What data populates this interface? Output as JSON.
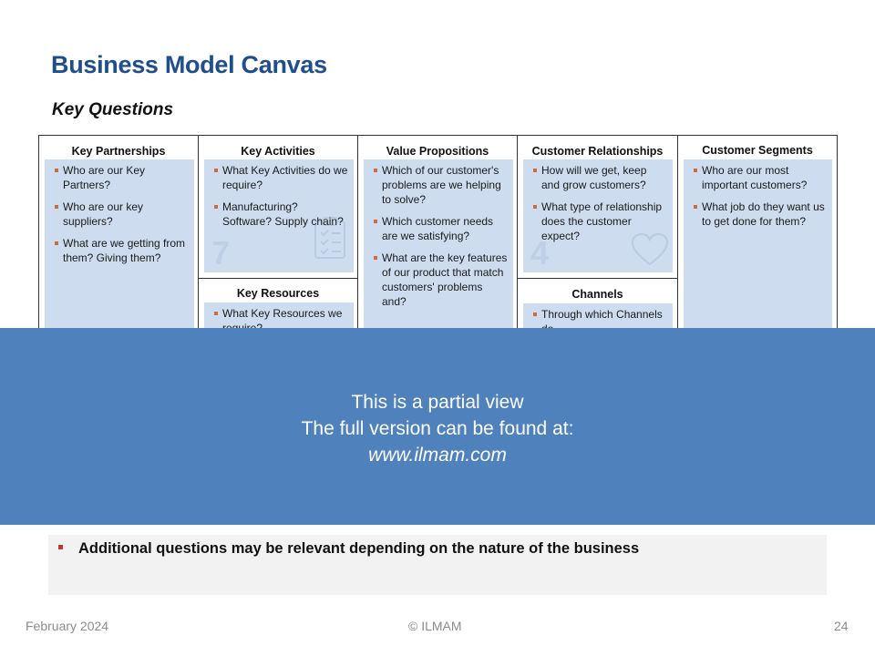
{
  "header": {
    "title": "Business Model Canvas",
    "subtitle": "Key Questions"
  },
  "canvas": {
    "key_partnerships": {
      "title": "Key Partnerships",
      "questions": [
        "Who are our Key Partners?",
        "Who are our key suppliers?",
        "What are we getting from them? Giving them?"
      ]
    },
    "key_activities": {
      "title": "Key Activities",
      "questions": [
        "What Key Activities do we require?",
        "Manufacturing? Software? Supply chain?"
      ],
      "watermark_number": "7",
      "icon": "clipboard-checklist-icon"
    },
    "key_resources": {
      "title": "Key Resources",
      "questions": [
        "What Key Resources we require?"
      ]
    },
    "value_propositions": {
      "title": "Value Propositions",
      "questions": [
        "Which of our customer's problems are we helping to solve?",
        "Which customer needs are we satisfying?",
        "What are the key features of our product that match customers' problems and?"
      ]
    },
    "customer_relationships": {
      "title": "Customer  Relationships",
      "questions": [
        "How will we get, keep and grow customers?",
        "What type of relationship does the customer expect?"
      ],
      "watermark_number": "4",
      "icon": "heart-icon"
    },
    "channels": {
      "title": "Channels",
      "questions": [
        "Through which Channels do"
      ]
    },
    "customer_segments": {
      "title": "Customer  Segments",
      "questions": [
        "Who are our most important customers?",
        "What job do they want us to get done for them?"
      ]
    }
  },
  "overlay": {
    "line1": "This is a partial view",
    "line2": "The full version can be found at:",
    "url": "www.ilmam.com"
  },
  "note": {
    "text": "Additional questions may be relevant depending on the nature of the business"
  },
  "footer": {
    "date": "February 2024",
    "copyright": "© ILMAM",
    "page_number": "24"
  },
  "colors": {
    "title_blue": "#1f4e8c",
    "panel_blue": "#cddcee",
    "overlay_blue": "#4f81bd",
    "bullet_orange": "#d06a3c",
    "note_bullet_red": "#c0392b"
  }
}
